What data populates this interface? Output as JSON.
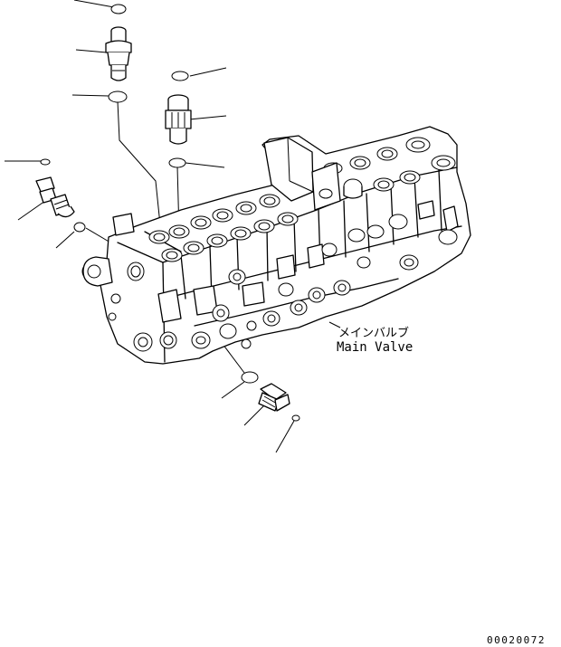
{
  "diagram": {
    "label_jp": "メインバルブ",
    "label_en": "Main Valve",
    "figure_code": "00020072"
  }
}
